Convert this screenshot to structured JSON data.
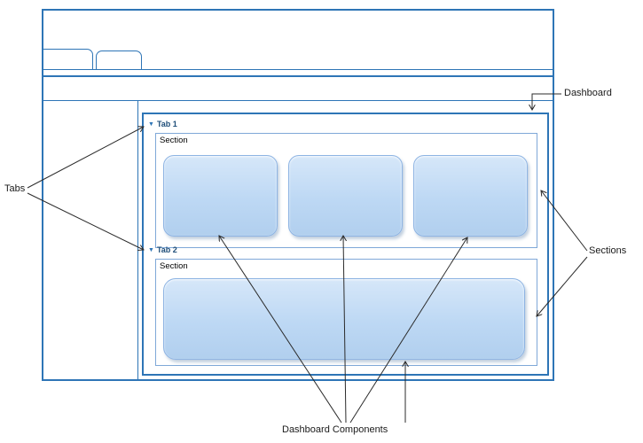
{
  "dashboard": {
    "tab1_label": "Tab 1",
    "tab2_label": "Tab 2",
    "section1_label": "Section",
    "section2_label": "Section"
  },
  "annotations": {
    "dashboard": "Dashboard",
    "tabs": "Tabs",
    "sections": "Sections",
    "components": "Dashboard Components"
  },
  "icons": {
    "collapse": "▼"
  },
  "colors": {
    "frame_border": "#2e75b6",
    "section_border": "#7fa8d8",
    "component_fill": "#bdd8f4",
    "component_border": "#8eb4e3",
    "tab_text": "#1f4e79",
    "annotation_text": "#1a1a1a",
    "arrow": "#2b2b2b"
  }
}
